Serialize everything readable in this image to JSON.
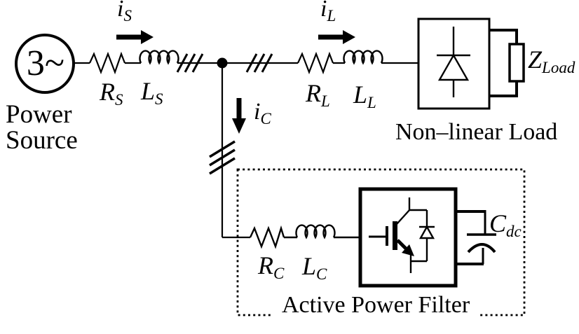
{
  "colors": {
    "ink": "#000000",
    "background": "#ffffff"
  },
  "source": {
    "symbol": "3~",
    "label": "Power\nSource"
  },
  "currents": {
    "source": {
      "base": "i",
      "sub": "S"
    },
    "load": {
      "base": "i",
      "sub": "L"
    },
    "filter": {
      "base": "i",
      "sub": "C"
    }
  },
  "impedances": {
    "rs": {
      "base": "R",
      "sub": "S"
    },
    "ls": {
      "base": "L",
      "sub": "S"
    },
    "rl": {
      "base": "R",
      "sub": "L"
    },
    "ll": {
      "base": "L",
      "sub": "L"
    },
    "rc": {
      "base": "R",
      "sub": "C"
    },
    "lc": {
      "base": "L",
      "sub": "C"
    }
  },
  "nonlinear_load": {
    "label": "Non–linear Load",
    "impedance": {
      "base": "Z",
      "sub": "Load"
    }
  },
  "active_power_filter": {
    "label": "Active Power Filter",
    "capacitor": {
      "base": "C",
      "sub": "dc"
    }
  }
}
